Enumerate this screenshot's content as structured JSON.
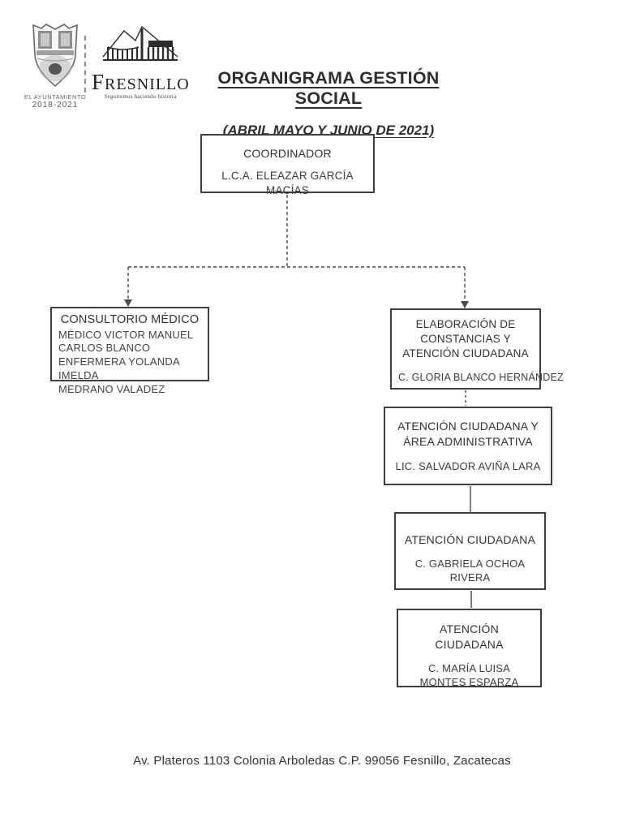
{
  "document": {
    "title": "ORGANIGRAMA GESTIÓN SOCIAL",
    "subtitle": "(ABRIL MAYO Y JUNIO DE 2021)",
    "footer_address": "Av. Plateros 1103 Colonia Arboledas C.P. 99056 Fesnillo, Zacatecas"
  },
  "header": {
    "crest_caption_line1": "EL AYUNTAMIENTO",
    "crest_caption_line2": "2018-2021",
    "logo_name": "FRESNILLO",
    "logo_tagline": "Seguiremos haciendo historia"
  },
  "org_chart": {
    "coordinator": {
      "role": "COORDINADOR",
      "name": "L.C.A. ELEAZAR GARCÍA MACÍAS"
    },
    "consultorio_medico": {
      "role": "CONSULTORIO MÉDICO",
      "lines": [
        "MÉDICO VICTOR MANUEL",
        "CARLOS BLANCO",
        "ENFERMERA YOLANDA IMELDA",
        "MEDRANO VALADEZ"
      ]
    },
    "elaboracion_constancias": {
      "role": "ELABORACIÓN DE CONSTANCIAS Y ATENCIÓN CIUDADANA",
      "name": "C. GLORIA BLANCO HERNÁNDEZ"
    },
    "atencion_administrativa": {
      "role": "ATENCIÓN CIUDADANA Y ÁREA ADMINISTRATIVA",
      "name": "LIC. SALVADOR AVIÑA LARA"
    },
    "atencion_ciudadana_1": {
      "role": "ATENCIÓN CIUDADANA",
      "name": "C. GABRIELA OCHOA RIVERA"
    },
    "atencion_ciudadana_2": {
      "role": "ATENCIÓN CIUDADANA",
      "name": "C. MARÍA LUISA MONTES ESPARZA"
    }
  },
  "colors": {
    "ink": "#3a3a3a",
    "border": "#3f3f3f",
    "background": "#ffffff"
  }
}
